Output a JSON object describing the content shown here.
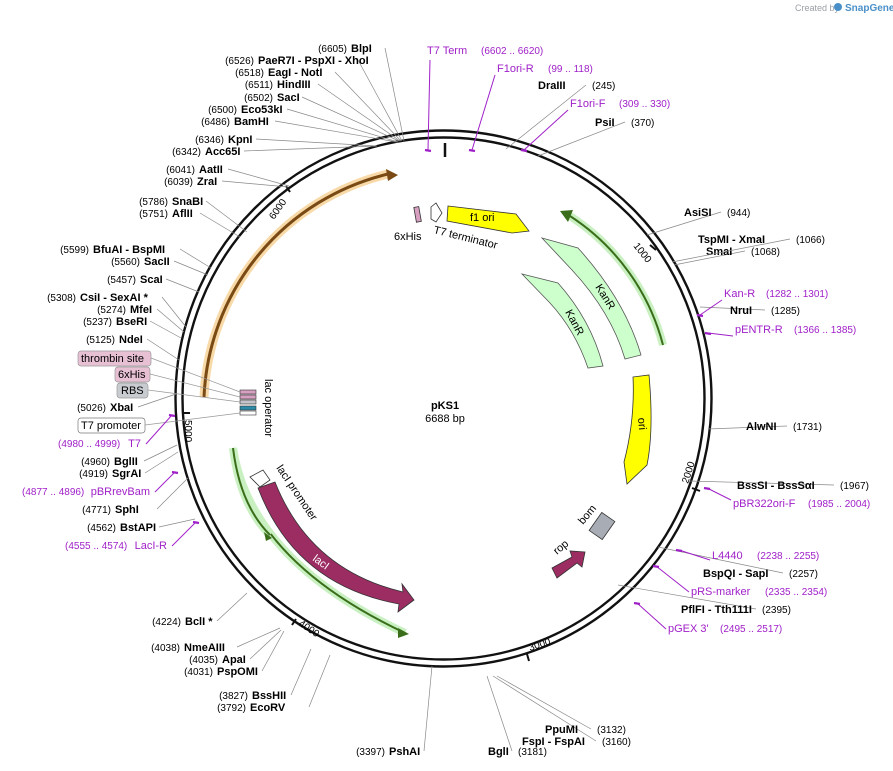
{
  "watermark": {
    "prefix": "Created by",
    "brand": "SnapGene"
  },
  "plasmid": {
    "name": "pKS1",
    "length": "6688 bp"
  },
  "ticks": [
    "1000",
    "2000",
    "3000",
    "4000",
    "5000",
    "6000"
  ],
  "sites": [
    {
      "pos": "(6605)",
      "name": "BlpI"
    },
    {
      "pos": "(6526)",
      "name": "PaeR7I   - PspXI   - XhoI"
    },
    {
      "pos": "(6518)",
      "name": "EagI   - NotI"
    },
    {
      "pos": "(6511)",
      "name": "HindIII"
    },
    {
      "pos": "(6502)",
      "name": "SacI"
    },
    {
      "pos": "(6500)",
      "name": "Eco53kI"
    },
    {
      "pos": "(6486)",
      "name": "BamHI"
    },
    {
      "pos": "(6346)",
      "name": "KpnI"
    },
    {
      "pos": "(6342)",
      "name": "Acc65I"
    },
    {
      "pos": "(6041)",
      "name": "AatII"
    },
    {
      "pos": "(6039)",
      "name": "ZraI"
    },
    {
      "pos": "(5786)",
      "name": "SnaBI"
    },
    {
      "pos": "(5751)",
      "name": "AflII"
    },
    {
      "pos": "(5599)",
      "name": "BfuAI   - BspMI"
    },
    {
      "pos": "(5560)",
      "name": "SacII"
    },
    {
      "pos": "(5457)",
      "name": "ScaI"
    },
    {
      "pos": "(5308)",
      "name": "CsiI   - SexAI *"
    },
    {
      "pos": "(5274)",
      "name": "MfeI"
    },
    {
      "pos": "(5237)",
      "name": "BseRI"
    },
    {
      "pos": "(5125)",
      "name": "NdeI"
    },
    {
      "pos": "(5026)",
      "name": "XbaI"
    },
    {
      "pos": "(4960)",
      "name": "BglII"
    },
    {
      "pos": "(4919)",
      "name": "SgrAI"
    },
    {
      "pos": "(4771)",
      "name": "SphI"
    },
    {
      "pos": "(4562)",
      "name": "BstAPI"
    },
    {
      "pos": "(4224)",
      "name": "BclI *"
    },
    {
      "pos": "(4038)",
      "name": "NmeAIII"
    },
    {
      "pos": "(4035)",
      "name": "ApaI"
    },
    {
      "pos": "(4031)",
      "name": "PspOMI"
    },
    {
      "pos": "(3827)",
      "name": "BssHII"
    },
    {
      "pos": "(3792)",
      "name": "EcoRV"
    },
    {
      "pos": "(3397)",
      "name": "PshAI"
    },
    {
      "pos": "(3181)",
      "name": "BglI"
    },
    {
      "pos": "(3160)",
      "name": "FspI   - FspAI"
    },
    {
      "pos": "(3132)",
      "name": "PpuMI"
    },
    {
      "pos": "(2395)",
      "name": "PflFI   - Tth111I"
    },
    {
      "pos": "(2257)",
      "name": "BspQI   - SapI"
    },
    {
      "pos": "(1967)",
      "name": "BssSI   - BssSαI"
    },
    {
      "pos": "(1731)",
      "name": "AlwNI"
    },
    {
      "pos": "(1285)",
      "name": "NruI"
    },
    {
      "pos": "(1068)",
      "name": "SmaI"
    },
    {
      "pos": "(1066)",
      "name": "TspMI   - XmaI"
    },
    {
      "pos": "(944)",
      "name": "AsiSI"
    },
    {
      "pos": "(370)",
      "name": "PsiI"
    },
    {
      "pos": "(245)",
      "name": "DraIII"
    }
  ],
  "primers": [
    {
      "name": "T7 Term",
      "range": "(6602 .. 6620)"
    },
    {
      "name": "F1ori-R",
      "range": "(99 .. 118)"
    },
    {
      "name": "F1ori-F",
      "range": "(309 .. 330)"
    },
    {
      "name": "Kan-R",
      "range": "(1282 .. 1301)"
    },
    {
      "name": "pENTR-R",
      "range": "(1366 .. 1385)"
    },
    {
      "name": "pBR322ori-F",
      "range": "(1985 .. 2004)"
    },
    {
      "name": "L4440",
      "range": "(2238 .. 2255)"
    },
    {
      "name": "pRS-marker",
      "range": "(2335 .. 2354)"
    },
    {
      "name": "pGEX 3'",
      "range": "(2495 .. 2517)"
    },
    {
      "name": "LacI-R",
      "range": "(4555 .. 4574)"
    },
    {
      "name": "pBRrevBam",
      "range": "(4877 .. 4896)"
    },
    {
      "name": "T7",
      "range": "(4980 .. 4999)"
    }
  ],
  "features": {
    "f1ori": "f1 ori",
    "kanr": "KanR",
    "ori": "ori",
    "bom": "bom",
    "rop": "rop",
    "laci": "lacI",
    "laci_promoter": "lacI promoter",
    "lac_operator": "lac operator",
    "his_top": "6xHis",
    "t7_terminator": "T7 terminator",
    "thrombin": "thrombin site",
    "his_box": "6xHis",
    "rbs": "RBS",
    "t7_promoter": "T7 promoter"
  },
  "colors": {
    "orange": "#f5c27a",
    "yellow": "#ffff00",
    "kan": "#ccffcc",
    "laci": "#9b2d62",
    "primer": "#a020c8"
  }
}
